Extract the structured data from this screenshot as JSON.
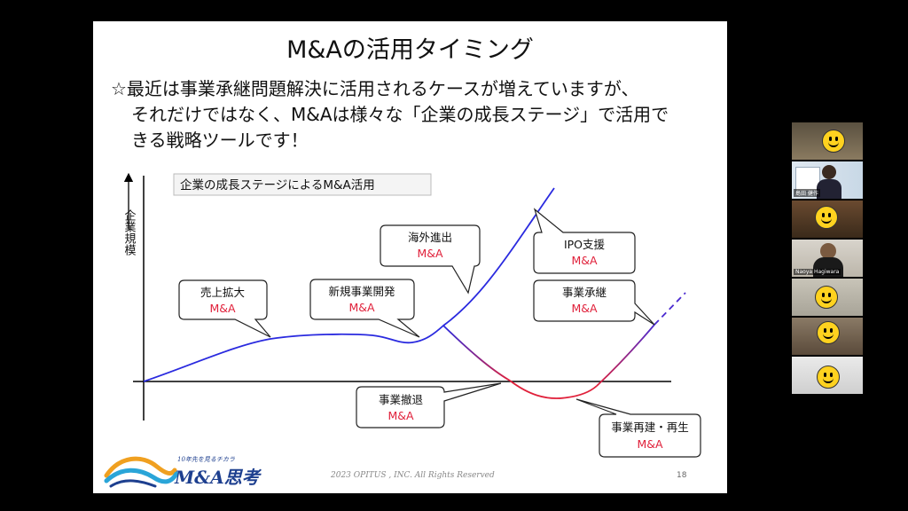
{
  "slide": {
    "title": "M&Aの活用タイミング",
    "intro_lines": [
      "☆最近は事業承継問題解決に活用されるケースが増えていますが、",
      "それだけではなく、M&Aは様々な「企業の成長ステージ」で活用で",
      "きる戦略ツールです！"
    ],
    "chart_label": "企業の成長ステージによるM&A活用",
    "y_axis_label": "企業規模",
    "callouts": [
      {
        "title": "売上拡大",
        "sub": "M&A"
      },
      {
        "title": "新規事業開発",
        "sub": "M&A"
      },
      {
        "title": "海外進出",
        "sub": "M&A"
      },
      {
        "title": "IPO支援",
        "sub": "M&A"
      },
      {
        "title": "事業承継",
        "sub": "M&A"
      },
      {
        "title": "事業撤退",
        "sub": "M&A"
      },
      {
        "title": "事業再建・再生",
        "sub": "M&A"
      }
    ],
    "logo_tagline": "10年先を見るチカラ",
    "logo_name": "M&A思考",
    "copyright": "2023 OPITUS , INC.  All Rights Reserved",
    "page_number": "18"
  },
  "participants": [
    {
      "label": ""
    },
    {
      "label": "島田 健作"
    },
    {
      "label": ""
    },
    {
      "label": "Naoya Hagiwara"
    },
    {
      "label": ""
    },
    {
      "label": ""
    },
    {
      "label": ""
    }
  ],
  "colors": {
    "curve_up": "#2a2adf",
    "curve_down": "#e0203a",
    "sub_text": "#e0203a",
    "logo_blue": "#1d3f8f"
  }
}
